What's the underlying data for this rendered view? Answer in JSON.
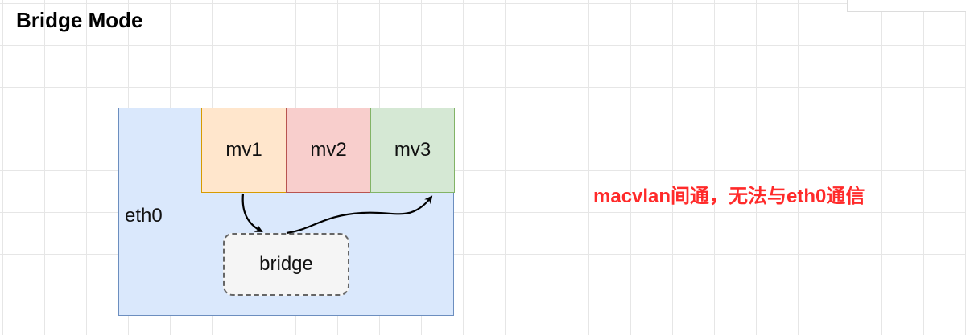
{
  "title": "Bridge Mode",
  "nodes": {
    "eth0": "eth0",
    "mv1": "mv1",
    "mv2": "mv2",
    "mv3": "mv3",
    "bridge": "bridge"
  },
  "note": "macvlan间通，无法与eth0通信",
  "colors": {
    "eth0_fill": "#dae8fc",
    "eth0_stroke": "#6c8ebf",
    "mv1_fill": "#ffe6cc",
    "mv1_stroke": "#d79b00",
    "mv2_fill": "#f8cecc",
    "mv2_stroke": "#b85450",
    "mv3_fill": "#d5e8d4",
    "mv3_stroke": "#82b366",
    "bridge_fill": "#f5f5f5",
    "bridge_stroke": "#666666",
    "note": "#ff2a2a"
  },
  "edges": [
    {
      "from": "mv1",
      "to": "bridge"
    },
    {
      "from": "bridge",
      "to": "mv3"
    }
  ]
}
